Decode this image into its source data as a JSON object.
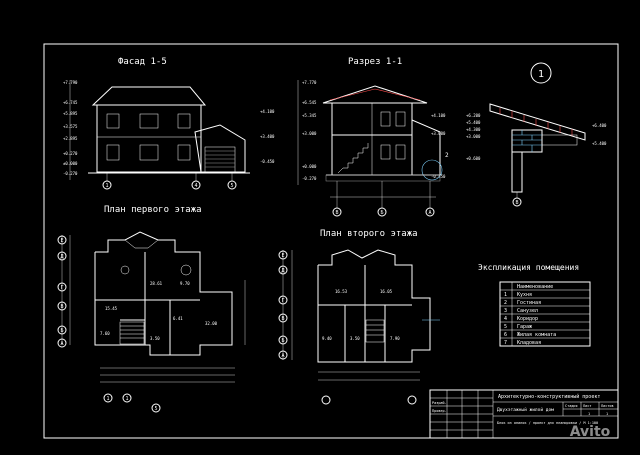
{
  "sheet": {
    "facade_title": "Фасад 1-5",
    "section_title": "Разрез 1-1",
    "plan1_title": "План первого этажа",
    "plan2_title": "План второго этажа",
    "detail_number": "1",
    "explication_title": "Экспликация помещения",
    "callout_2": "2"
  },
  "explication": {
    "header": "Наименование",
    "rows": [
      {
        "no": "1",
        "name": "Кухня"
      },
      {
        "no": "2",
        "name": "Гостиная"
      },
      {
        "no": "3",
        "name": "Санузел"
      },
      {
        "no": "4",
        "name": "Коридор"
      },
      {
        "no": "5",
        "name": "Гараж"
      },
      {
        "no": "6",
        "name": "Жилая комната"
      },
      {
        "no": "7",
        "name": "Кладовая"
      }
    ]
  },
  "title_block": {
    "project_title": "Архитектурно-конструктивный проект",
    "sheet_name": "Двухэтажный жилой дом",
    "note": "Блок из опилок / проект для планировки / М 1:100",
    "stage_label": "Стадия",
    "sheet_label": "Лист",
    "sheets_label": "Листов",
    "stage": "",
    "sheet": "1",
    "sheets": "1",
    "row_labels": [
      "Разраб.",
      "Провер."
    ]
  },
  "axis_labels": {
    "facade": [
      "1",
      "4",
      "5"
    ],
    "section": [
      "В",
      "Б",
      "А"
    ],
    "plan1_bottom": [
      "1",
      "1",
      "5"
    ],
    "plan1_left": [
      "Е",
      "Д",
      "Г",
      "В",
      "Б",
      "А"
    ],
    "plan2_left": [
      "Е",
      "Д",
      "Г",
      "В",
      "Б",
      "А"
    ],
    "detail": [
      "В"
    ]
  },
  "levels": {
    "facade": [
      "+7.790",
      "+6.745",
      "+5.895",
      "+3.575",
      "+2.895",
      "+0.270",
      "±0.000",
      "-0.270",
      "+4.100",
      "+3.400",
      "-0.450"
    ],
    "section": [
      "+7.770",
      "+6.545",
      "+5.345",
      "+3.000",
      "+0.000",
      "-0.270",
      "+4.100",
      "+3.000",
      "-0.450"
    ],
    "detail": [
      "+6.200",
      "+5.400",
      "+4.300",
      "+3.000",
      "+0.600",
      "+6.400",
      "+5.400"
    ]
  },
  "room_areas": {
    "plan1": [
      "28.61",
      "9.70",
      "15.45",
      "32.00",
      "6.41",
      "3.50",
      "7.60"
    ],
    "plan2": [
      "16.53",
      "16.05",
      "9.40",
      "7.90",
      "3.50"
    ]
  },
  "watermark": "Avito"
}
